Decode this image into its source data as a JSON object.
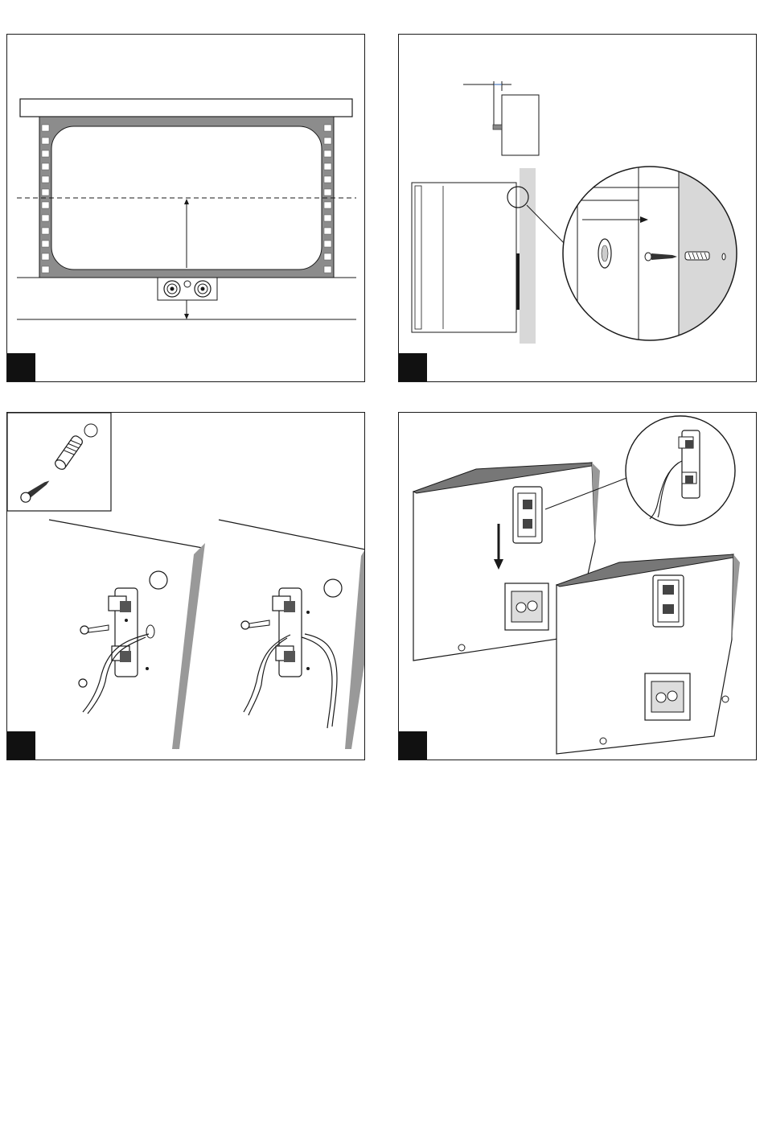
{
  "page": {
    "background": "#ffffff",
    "line_color": "#1a1a1a",
    "wall_color": "#d8d8d8",
    "screen_frame_color": "#8c8c8c"
  },
  "panels": [
    {
      "id": "screen-placement",
      "step_label": "",
      "icons": [
        "tv-screen-icon",
        "center-speaker-icon",
        "height-arrow-icon"
      ]
    },
    {
      "id": "wall-screw",
      "step_label": "",
      "icons": [
        "speaker-side-icon",
        "wall-anchor-icon",
        "screw-icon",
        "zoom-circle-icon"
      ]
    },
    {
      "id": "bracket-wiring",
      "step_label": "",
      "icons": [
        "anchor-kit-icon",
        "bracket-icon",
        "cable-icon"
      ]
    },
    {
      "id": "hang-speaker",
      "step_label": "",
      "icons": [
        "speaker-box-icon",
        "down-arrow-icon",
        "terminal-icon"
      ]
    }
  ]
}
